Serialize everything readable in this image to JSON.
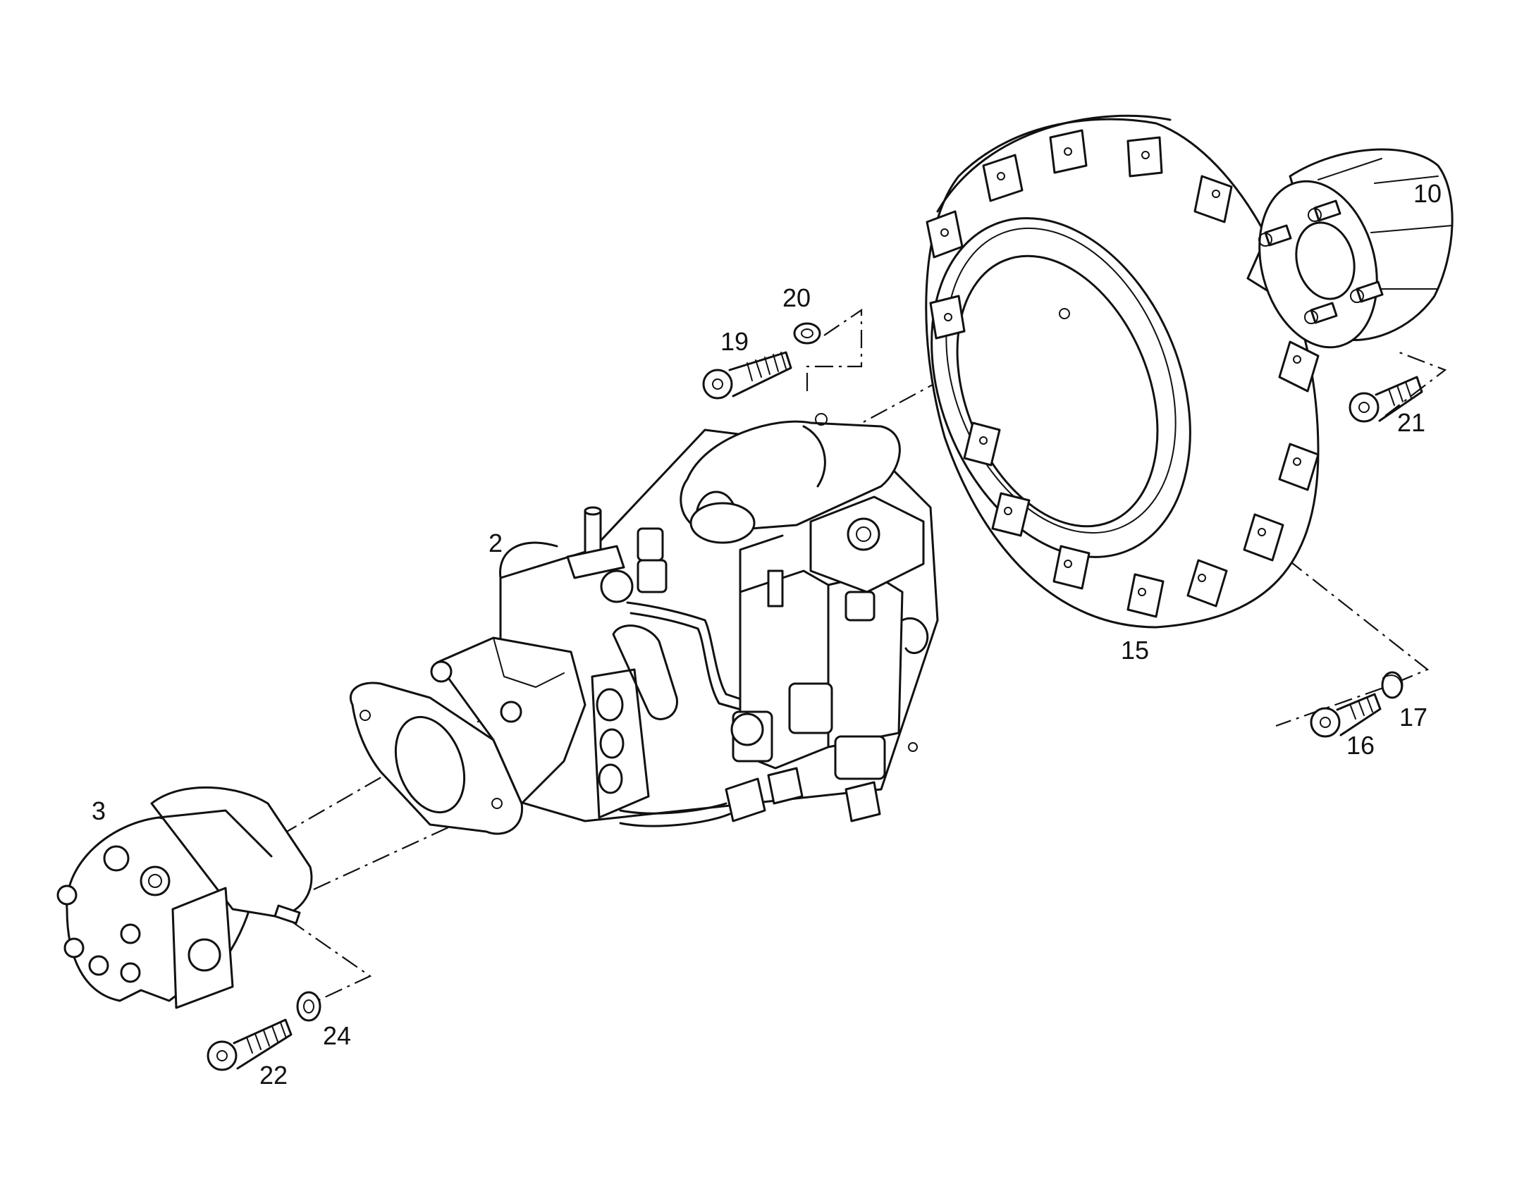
{
  "diagram": {
    "callouts": {
      "c2": "2",
      "c3": "3",
      "c10": "10",
      "c15": "15",
      "c16": "16",
      "c17": "17",
      "c19": "19",
      "c20": "20",
      "c21": "21",
      "c22": "22",
      "c24": "24"
    },
    "parts": [
      {
        "id": "2",
        "icon": "hydraulic-pump"
      },
      {
        "id": "3",
        "icon": "gear-pump"
      },
      {
        "id": "10",
        "icon": "flexible-coupling"
      },
      {
        "id": "15",
        "icon": "flywheel-housing"
      },
      {
        "id": "16",
        "icon": "cap-screw"
      },
      {
        "id": "17",
        "icon": "lock-washer"
      },
      {
        "id": "19",
        "icon": "cap-screw"
      },
      {
        "id": "20",
        "icon": "washer"
      },
      {
        "id": "21",
        "icon": "cap-screw"
      },
      {
        "id": "22",
        "icon": "cap-screw"
      },
      {
        "id": "24",
        "icon": "washer"
      }
    ],
    "line_color": "#111111",
    "background": "#ffffff"
  }
}
